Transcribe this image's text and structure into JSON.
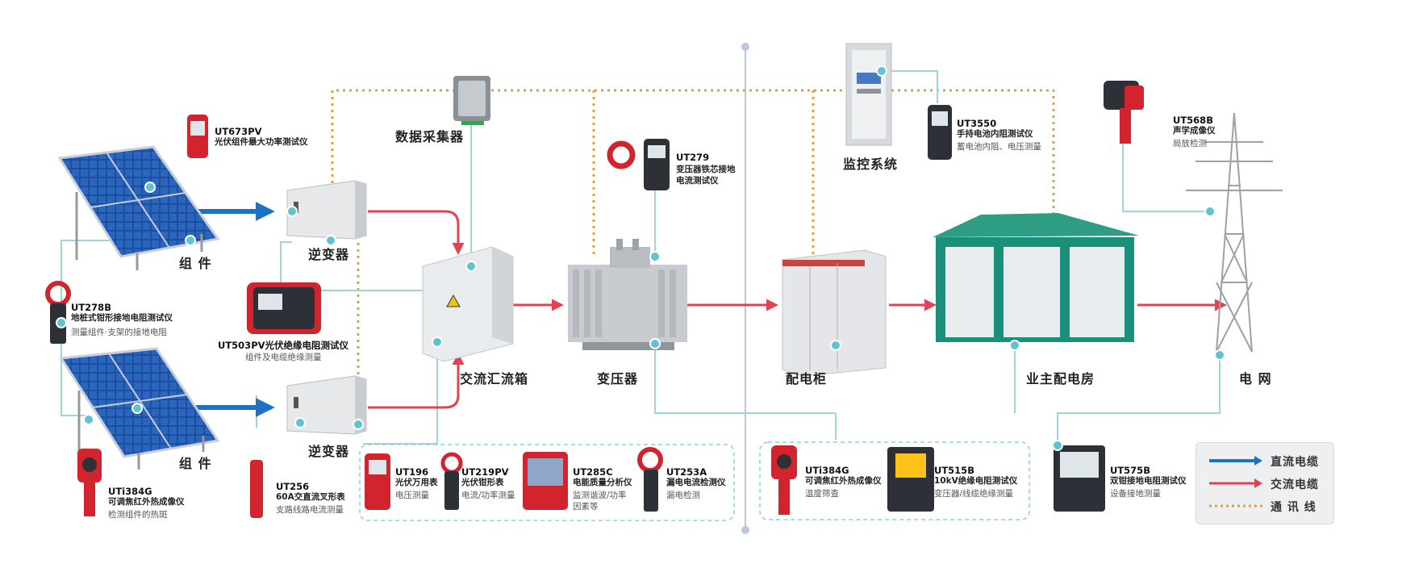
{
  "colors": {
    "dc": "#1e72c4",
    "ac": "#e04452",
    "comm": "#e0a04a",
    "node": "#5fc4cf",
    "wire": "#9fd6dc",
    "teal": "#1a8f7a"
  },
  "labels": {
    "panel1": "组 件",
    "panel2": "组 件",
    "inverter1": "逆变器",
    "inverter2": "逆变器",
    "collector": "数据采集器",
    "combiner": "交流汇流箱",
    "transformer": "变压器",
    "monitor": "监控系统",
    "cabinet": "配电柜",
    "substation": "业主配电房",
    "grid": "电 网"
  },
  "devices": {
    "ut673pv": {
      "model": "UT673PV",
      "name": "光伏组件最大功率测试仪"
    },
    "ut278b": {
      "model": "UT278B",
      "name": "地桩式钳形接地电阻测试仪",
      "desc": "测量组件·支架的接地电阻"
    },
    "ut503pv": {
      "model": "UT503PV光伏绝缘电阻测试仪",
      "desc": "组件及电缆绝缘测量"
    },
    "uti384g_a": {
      "model": "UTi384G",
      "name": "可调焦红外热成像仪",
      "desc": "检测组件的热斑"
    },
    "ut256": {
      "model": "UT256",
      "name": "60A交直流叉形表",
      "desc": "支路线路电流测量"
    },
    "ut196": {
      "model": "UT196",
      "name": "光伏万用表",
      "desc": "电压测量"
    },
    "ut219pv": {
      "model": "UT219PV",
      "name": "光伏钳形表",
      "desc": "电流/功率测量"
    },
    "ut285c": {
      "model": "UT285C",
      "name": "电能质量分析仪",
      "desc1": "监测谐波/功率",
      "desc2": "因素等"
    },
    "ut253a": {
      "model": "UT253A",
      "name": "漏电电流检测仪",
      "desc": "漏电检测"
    },
    "ut279": {
      "model": "UT279",
      "name1": "变压器铁芯接地",
      "name2": "电流测试仪"
    },
    "ut3550": {
      "model": "UT3550",
      "name": "手持电池内阻测试仪",
      "desc": "蓄电池内阻、电压测量"
    },
    "ut568b": {
      "model": "UT568B",
      "name": "声学成像仪",
      "desc": "局放检测"
    },
    "uti384g_b": {
      "model": "UTi384G",
      "name": "可调焦红外热成像仪",
      "desc": "温度筛查"
    },
    "ut515b": {
      "model": "UT515B",
      "name": "10kV绝缘电阻测试仪",
      "desc": "变压器/线缆绝缘测量"
    },
    "ut575b": {
      "model": "UT575B",
      "name": "双钳接地电阻测试仪",
      "desc": "设备接地测量"
    }
  },
  "legend": [
    {
      "label": "直流电缆",
      "kind": "dc"
    },
    {
      "label": "交流电缆",
      "kind": "ac"
    },
    {
      "label": "通 讯 线",
      "kind": "comm"
    }
  ]
}
